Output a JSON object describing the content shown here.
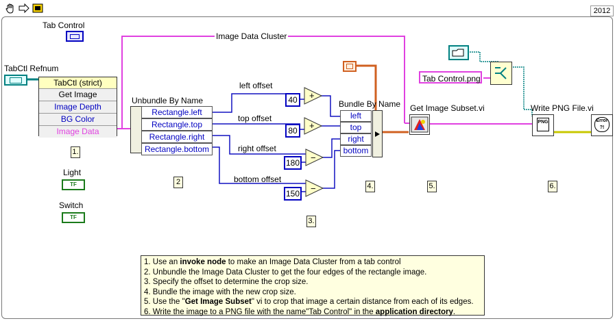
{
  "version": "2012",
  "toolbar": {
    "hand_icon": "hand-icon",
    "arrow_icon": "arrow-icon",
    "run_icon": "run-icon"
  },
  "labels": {
    "tab_control": "Tab Control",
    "tabctl_refnum": "TabCtl Refnum",
    "light": "Light",
    "switch": "Switch",
    "image_data_cluster": "Image Data Cluster",
    "unbundle_by_name": "Unbundle By Name",
    "bundle_by_name": "Bundle By Name",
    "get_image_subset": "Get Image Subset.vi",
    "write_png_file": "Write PNG File.vi",
    "left_offset": "left offset",
    "top_offset": "top offset",
    "right_offset": "right offset",
    "bottom_offset": "bottom offset",
    "file_name": "Tab Control.png",
    "bool_text": "TF"
  },
  "invoke_node": {
    "header": "TabCtl (strict)",
    "rows": [
      "Get Image",
      "Image Depth",
      "BG Color",
      "Image Data"
    ]
  },
  "unbundle_rows": [
    "Rectangle.left",
    "Rectangle.top",
    "Rectangle.right",
    "Rectangle.bottom"
  ],
  "bundle_rows": [
    "left",
    "top",
    "right",
    "bottom"
  ],
  "constants": {
    "left": "40",
    "top": "80",
    "right": "180",
    "bottom": "150"
  },
  "operators": {
    "add": "+",
    "subtract": "−"
  },
  "steps": [
    "1.",
    "2",
    "3.",
    "4.",
    "5.",
    "6."
  ],
  "error_text": "Error ?!",
  "png_text": "PNG",
  "notes": [
    "1. Use an ",
    "invoke node",
    " to make an Image Data Cluster from a tab control",
    "2. Unbundle the Image Data Cluster to get the four edges of the rectangle image.",
    "3. Specify the offset to determine the crop size.",
    "4. Bundle the image with the new crop size.",
    "5. Use the \"",
    "Get Image Subset",
    "\" vi to crop that image a certain distance from each of its edges.",
    "6. Write the image to a PNG file with the name\"Tab Control\" in the ",
    "application directory",
    "."
  ],
  "colors": {
    "cluster_wire": "#e040e0",
    "numeric_wire": "#1010c0",
    "path_wire": "#008080",
    "error_wire": "#c8c800",
    "refnum_wire": "#008080",
    "bool_green": "#1a7a1a"
  }
}
